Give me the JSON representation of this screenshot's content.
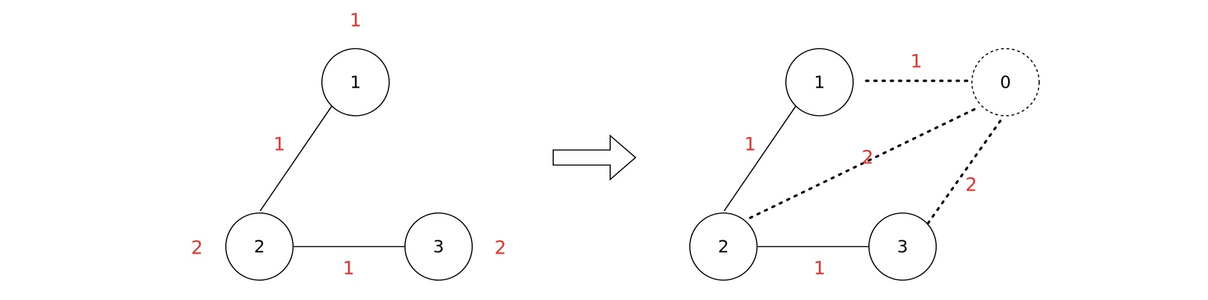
{
  "colors": {
    "weight": "#e8312a",
    "line": "#000000",
    "node_fill": "#ffffff"
  },
  "left_graph": {
    "nodes": [
      {
        "id": "n1",
        "label": "1",
        "weight": "1"
      },
      {
        "id": "n2",
        "label": "2",
        "weight": "2"
      },
      {
        "id": "n3",
        "label": "3",
        "weight": "2"
      }
    ],
    "edges": [
      {
        "from": "1",
        "to": "2",
        "weight": "1"
      },
      {
        "from": "2",
        "to": "3",
        "weight": "1"
      }
    ]
  },
  "arrow": {
    "icon": "right-arrow-icon"
  },
  "right_graph": {
    "nodes": [
      {
        "id": "n1",
        "label": "1"
      },
      {
        "id": "n2",
        "label": "2"
      },
      {
        "id": "n3",
        "label": "3"
      },
      {
        "id": "n0",
        "label": "0",
        "style": "dashed"
      }
    ],
    "edges": [
      {
        "from": "1",
        "to": "2",
        "weight": "1",
        "style": "solid"
      },
      {
        "from": "2",
        "to": "3",
        "weight": "1",
        "style": "solid"
      },
      {
        "from": "1",
        "to": "0",
        "weight": "1",
        "style": "dotted"
      },
      {
        "from": "2",
        "to": "0",
        "weight": "2",
        "style": "dotted"
      },
      {
        "from": "3",
        "to": "0",
        "weight": "2",
        "style": "dotted"
      }
    ]
  }
}
